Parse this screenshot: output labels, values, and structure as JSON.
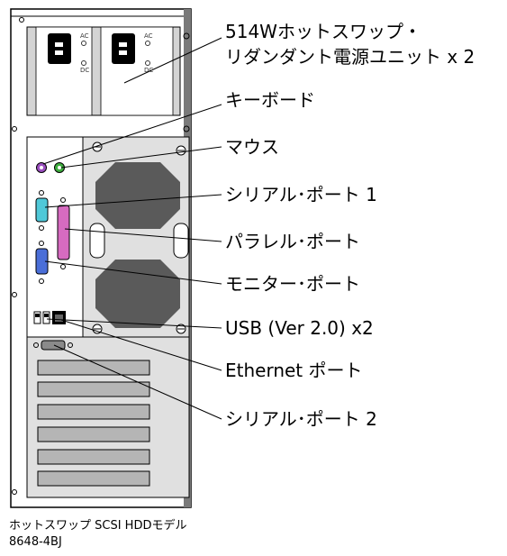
{
  "labels": {
    "power_supply_line1": "514Wホットスワップ・",
    "power_supply_line2": "リダンダント電源ユニット x 2",
    "keyboard": "キーボード",
    "mouse": "マウス",
    "serial_port_1": "シリアル･ポート 1",
    "parallel_port": "パラレル･ポート",
    "monitor_port": "モニター･ポート",
    "usb": "USB (Ver 2.0) x2",
    "ethernet": "Ethernet ポート",
    "serial_port_2": "シリアル･ポート 2"
  },
  "psu": {
    "ac": "AC",
    "dc": "DC"
  },
  "caption": {
    "model_name": "ホットスワップ SCSI HDDモデル",
    "model_number": "8648-4BJ"
  },
  "colors": {
    "keyboard_port": "#9b4fbf",
    "mouse_port": "#3fae3f",
    "serial_port": "#4fc8d8",
    "parallel_port": "#d66bc0",
    "monitor_port": "#4a6ed8",
    "fan": "#5a5a5a"
  }
}
